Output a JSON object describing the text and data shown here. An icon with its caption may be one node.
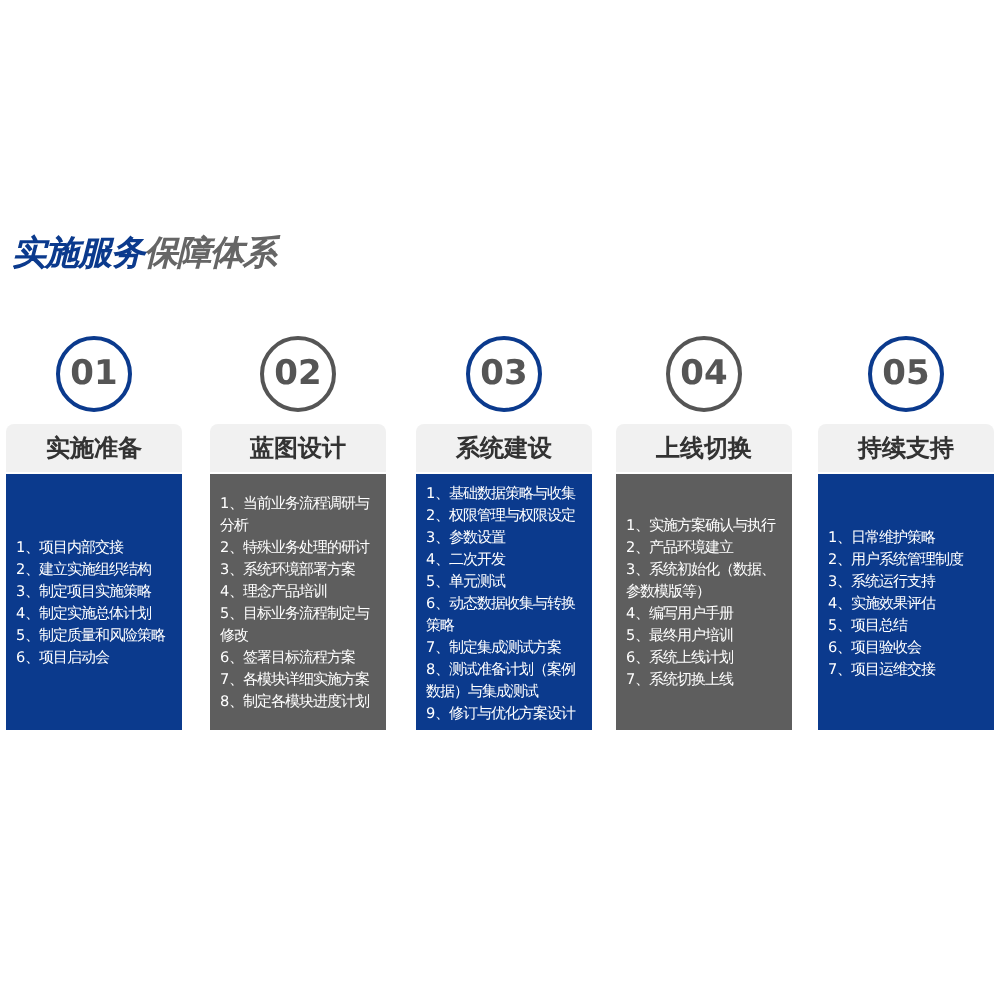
{
  "diagram": {
    "title": "实施服务保障体系",
    "nodes": [
      {
        "text": [
          "01"
        ]
      },
      {
        "text": [
          "实施准备"
        ]
      },
      {
        "text": [
          "1、项目内部交接",
          "2、建立实施组织结构",
          "3、制定项目实施策略",
          "4、制定实施总体计划",
          "5、制定质量和风险策略",
          "6、项目启动会"
        ]
      },
      {
        "text": [
          "02"
        ]
      },
      {
        "text": [
          "蓝图设计"
        ]
      },
      {
        "text": [
          "1、当前业务流程调研与分析",
          "2、特殊业务处理的研讨",
          "3、系统环境部署方案",
          "4、理念产品培训",
          "5、目标业务流程制定与修改",
          "6、签署目标流程方案",
          "7、各模块详细实施方案",
          "8、制定各模块进度计划"
        ]
      },
      {
        "text": [
          "03"
        ]
      },
      {
        "text": [
          "系统建设"
        ]
      },
      {
        "text": [
          "1、基础数据策略与收集",
          "2、权限管理与权限设定",
          "3、参数设置",
          "4、二次开发",
          "5、单元测试",
          "6、动态数据收集与转换策略",
          "7、制定集成测试方案",
          "8、测试准备计划（案例数据）与集成测试",
          "9、修订与优化方案设计"
        ]
      },
      {
        "text": [
          "04"
        ]
      },
      {
        "text": [
          "上线切换"
        ]
      },
      {
        "text": [
          "1、实施方案确认与执行",
          "2、产品环境建立",
          "3、系统初始化（数据、参数模版等）",
          "4、编写用户手册",
          "5、最终用户培训",
          "6、系统上线计划",
          "7、系统切换上线"
        ]
      },
      {
        "text": [
          "05"
        ]
      },
      {
        "text": [
          "持续支持"
        ]
      },
      {
        "text": [
          "1、日常维护策略",
          "2、用户系统管理制度",
          "3、系统运行支持",
          "4、实施效果评估",
          "5、项目总结",
          "6、项目验收会",
          "7、项目运维交接"
        ]
      }
    ]
  }
}
